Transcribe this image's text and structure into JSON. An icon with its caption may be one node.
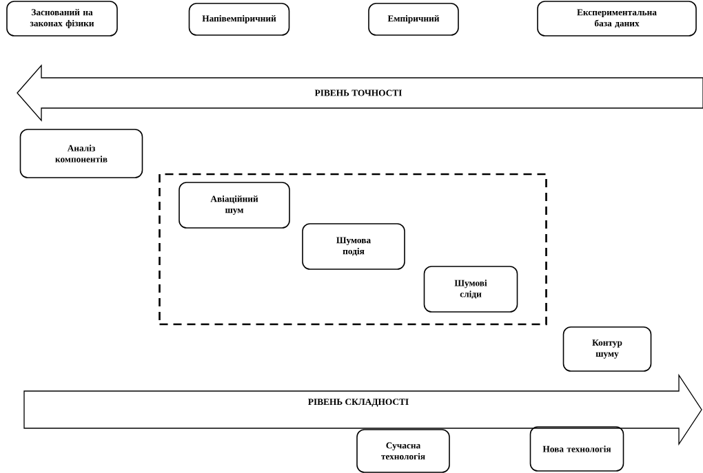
{
  "diagram": {
    "nodes": [
      {
        "text": [
          "Заснований на законах фізики"
        ]
      },
      {
        "text": [
          "Напівемпіричний"
        ]
      },
      {
        "text": [
          "Емпіричний"
        ]
      },
      {
        "text": [
          "Експериментальна база даних"
        ]
      },
      {
        "text": [
          "РІВЕНЬ    ТОЧНОСТІ"
        ]
      },
      {
        "text": [
          "Аналіз компонентів"
        ]
      },
      {
        "text": [],
        "shape": "box"
      },
      {
        "text": [
          "Авіаційний шум"
        ],
        "in": 6
      },
      {
        "text": [
          "Шумова подія"
        ],
        "in": 6
      },
      {
        "text": [
          "Шумові сліди"
        ],
        "in": 6
      },
      {
        "text": [
          "Контур шуму"
        ]
      },
      {
        "text": [
          "РІВЕНЬ        СКЛАДНОСТІ"
        ]
      },
      {
        "text": [
          "Сучасна технологія"
        ]
      },
      {
        "text": [
          "Нова технологія"
        ]
      }
    ]
  }
}
